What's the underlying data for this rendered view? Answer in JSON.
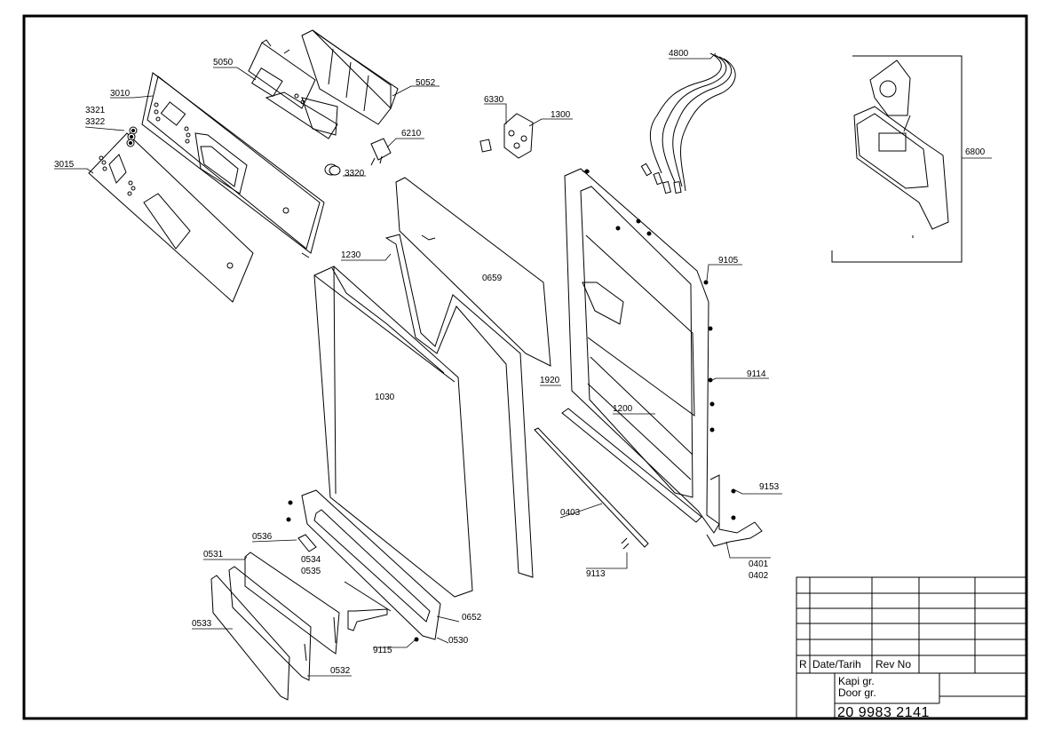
{
  "part_labels": {
    "l5050": "5050",
    "l5052": "5052",
    "l3010": "3010",
    "l3321": "3321",
    "l3322": "3322",
    "l3015": "3015",
    "l6210": "6210",
    "l3320": "3320",
    "l6330": "6330",
    "l1300": "1300",
    "l4800": "4800",
    "l6800": "6800",
    "l1230": "1230",
    "l0659": "0659",
    "l1030": "1030",
    "l9105": "9105",
    "l1920": "1920",
    "l1200": "1200",
    "l9114": "9114",
    "l9153": "9153",
    "l0403": "0403",
    "l0536": "0536",
    "l0534": "0534",
    "l0535": "0535",
    "l0531": "0531",
    "l0401": "0401",
    "l0402": "0402",
    "l9113": "9113",
    "l0652": "0652",
    "l0533": "0533",
    "l9115": "9115",
    "l0530": "0530",
    "l0532": "0532"
  },
  "title_block": {
    "rev_marker": "R",
    "date_header": "Date/Tarih",
    "rev_header": "Rev No",
    "group_tr": "Kapi gr.",
    "group_en": "Door gr.",
    "drawing_number": "20 9983 2141"
  }
}
